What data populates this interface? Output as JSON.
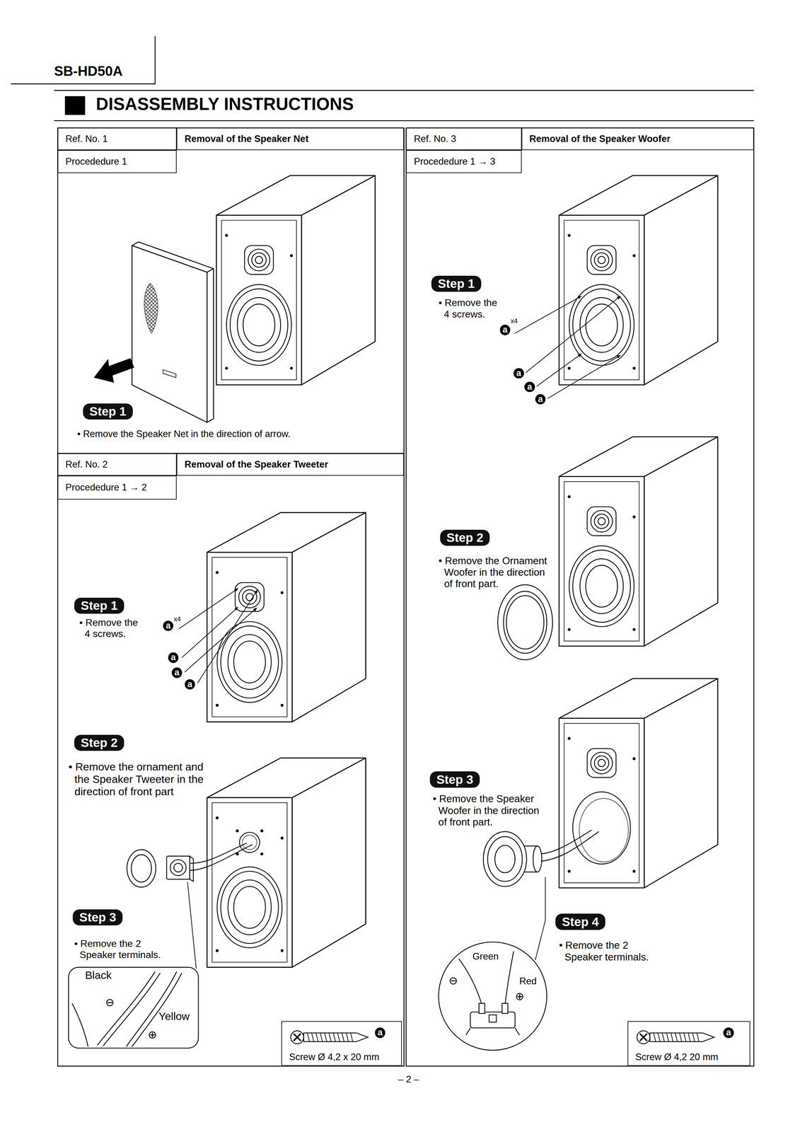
{
  "diagram": {
    "title": "DISASSEMBLY INSTRUCTIONS",
    "nodes": [
      {
        "text": [
          "Ref. No. 1"
        ]
      },
      {
        "text": [
          "Removal of the Speaker Net"
        ]
      },
      {
        "text": [
          "Procededure 1"
        ]
      },
      {
        "text": [
          "Step 1"
        ]
      },
      {
        "text": [
          "Ref. No. 2"
        ]
      },
      {
        "text": [
          "Removal of the Speaker Tweeter"
        ]
      },
      {
        "text": [
          "Procededure 1 → 2"
        ]
      },
      {
        "text": [
          "Step 1"
        ]
      },
      {
        "text": [
          "Step 2"
        ]
      },
      {
        "text": [
          "Step 3"
        ]
      },
      {
        "text": [
          "a",
          "Screw Ø 4,2 x 20 mm"
        ]
      },
      {
        "text": [
          "Ref. No. 3"
        ]
      },
      {
        "text": [
          "Removal of the Speaker Woofer"
        ]
      },
      {
        "text": [
          "Procededure 1 → 3"
        ]
      },
      {
        "text": [
          "Step 1"
        ]
      },
      {
        "text": [
          "Step 2"
        ]
      },
      {
        "text": [
          "Step 3"
        ]
      },
      {
        "text": [
          "Step 4"
        ]
      },
      {
        "text": [
          "a",
          "Screw Ø 4,2 20 mm"
        ]
      }
    ],
    "labels": [
      "SB-HD50A",
      "• Remove the Speaker Net in the direction of arrow.",
      "• Remove the 4 screws.",
      "a",
      "x4",
      "a",
      "a",
      "a",
      "• Remove the ornament and the Speaker Tweeter in the direction of front part",
      "• Remove the 2 Speaker terminals.",
      "Black",
      "⊖",
      "Yellow",
      "⊕",
      "• Remove the 4 screws.",
      "a",
      "x4",
      "a",
      "a",
      "a",
      "• Remove the Ornament Woofer in the direction of front part.",
      "• Remove the Speaker Woofer in the direction of front part.",
      "• Remove the 2 Speaker terminals.",
      "Green",
      "⊖",
      "Red",
      "⊕",
      "– 2 –"
    ]
  }
}
